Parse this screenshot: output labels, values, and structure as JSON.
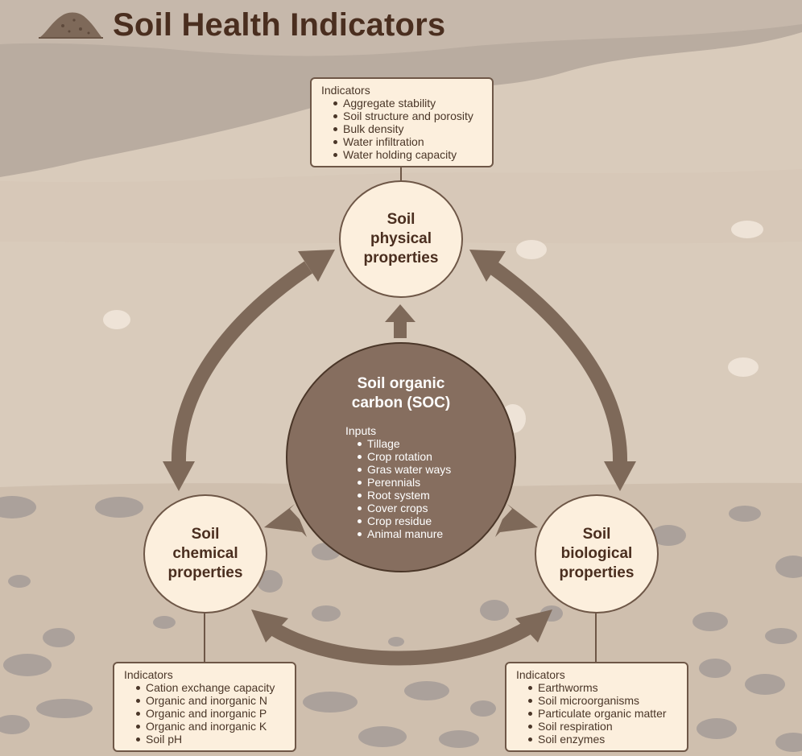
{
  "title": "Soil Health Indicators",
  "colors": {
    "band_top": "#bdb0a3",
    "band_mid": "#d9cbbb",
    "band_low": "#cfbfae",
    "soc_fill": "#866e5f",
    "node_fill": "#fcefdd",
    "arrow": "#7e6959",
    "text_dark": "#4a2e1f"
  },
  "icons": {
    "logo": "soil-mound-icon"
  },
  "nodes": {
    "physical": {
      "line1": "Soil",
      "line2": "physical",
      "line3": "properties"
    },
    "chemical": {
      "line1": "Soil",
      "line2": "chemical",
      "line3": "properties"
    },
    "biological": {
      "line1": "Soil",
      "line2": "biological",
      "line3": "properties"
    }
  },
  "soc": {
    "title_line1": "Soil organic",
    "title_line2": "carbon (SOC)",
    "heading": "Inputs",
    "items": [
      "Tillage",
      "Crop rotation",
      "Gras water ways",
      "Perennials",
      "Root system",
      "Cover crops",
      "Crop residue",
      "Animal manure"
    ]
  },
  "boxes": {
    "physical": {
      "heading": "Indicators",
      "items": [
        "Aggregate stability",
        "Soil structure and porosity",
        "Bulk density",
        "Water infiltration",
        "Water holding capacity"
      ]
    },
    "chemical": {
      "heading": "Indicators",
      "items": [
        "Cation exchange capacity",
        "Organic and inorganic N",
        "Organic and inorganic P",
        "Organic and inorganic K",
        "Soil pH"
      ]
    },
    "biological": {
      "heading": "Indicators",
      "items": [
        "Earthworms",
        "Soil microorganisms",
        "Particulate organic matter",
        "Soil respiration",
        "Soil enzymes"
      ]
    }
  }
}
